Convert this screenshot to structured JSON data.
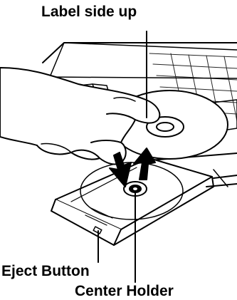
{
  "callouts": {
    "label_side_up": "Label side up",
    "eject_button": "Eject Button",
    "center_holder": "Center Holder"
  },
  "colors": {
    "ink": "#000000",
    "paper": "#ffffff"
  },
  "icons": [
    "hand-icon",
    "disc-icon",
    "down-arrow-icon",
    "up-arrow-icon",
    "laptop-icon",
    "disc-tray-icon"
  ]
}
